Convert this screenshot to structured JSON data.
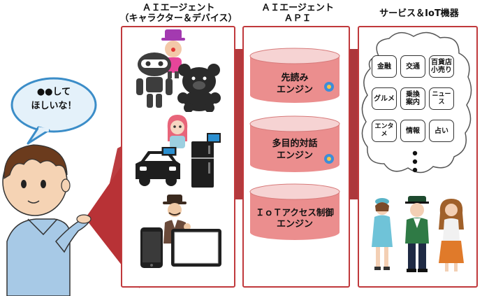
{
  "user_bubble": {
    "line1": "●●して",
    "line2": "ほしいな！"
  },
  "columns": {
    "agents": {
      "title_line1": "ＡＩエージェント",
      "title_line2": "（キャラクター＆デバイス）"
    },
    "api": {
      "title_line1": "ＡＩエージェント",
      "title_line2": "ＡＰＩ",
      "engines": [
        {
          "line1": "先読み",
          "line2": "エンジン"
        },
        {
          "line1": "多目的対話",
          "line2": "エンジン"
        },
        {
          "line1": "ＩｏＴアクセス制御",
          "line2": "エンジン"
        }
      ]
    },
    "services": {
      "title": "サービス＆IoT機器",
      "tiles": [
        {
          "label": "金融"
        },
        {
          "label": "交通"
        },
        {
          "label": "百貨店\n小売り"
        },
        {
          "label": "グルメ"
        },
        {
          "label": "乗換\n案内"
        },
        {
          "label": "ニュース"
        },
        {
          "label": "エンタメ"
        },
        {
          "label": "情報"
        },
        {
          "label": "占い"
        }
      ]
    }
  },
  "colors": {
    "panel_border": "#c0393c",
    "arrow": "#b83236",
    "cylinder_top": "#f6d3d3",
    "cylinder_body": "#eb8e8e"
  },
  "icons": [
    "robot-icon",
    "teddy-bear-icon",
    "clown-character-icon",
    "anime-character-icon",
    "car-icon",
    "refrigerator-icon",
    "gentleman-character-icon",
    "smartphone-icon",
    "tablet-icon",
    "cloud-icon",
    "station-staff-icon"
  ]
}
